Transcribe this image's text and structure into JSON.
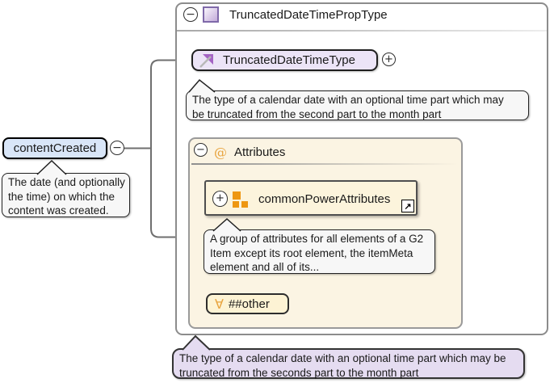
{
  "colors": {
    "element_fill": "#d9e6f8",
    "type_fill": "#ece4f7",
    "attributes_fill": "#fbf4e3",
    "group_fill": "#fcf4dc",
    "wildcard_fill": "#fdf3d4",
    "doc_fill": "#f7f7f7",
    "bottom_doc_fill": "#e5dcf1",
    "orange_accent": "#e8a33d",
    "purple_accent": "#a464c4"
  },
  "element": {
    "label": "contentCreated",
    "collapse_glyph": "−",
    "doc_lines": [
      "The date (and optionally",
      "the time) on which the",
      "content was created."
    ]
  },
  "root": {
    "title": "TruncatedDateTimePropType",
    "collapse_glyph": "−"
  },
  "type": {
    "label": "TruncatedDateTimeType",
    "expand_glyph": "+",
    "doc_lines": [
      "The type of a calendar date with an optional time part which may",
      "be truncated from the second part to the month part"
    ]
  },
  "attributes": {
    "title": "Attributes",
    "at_glyph": "@",
    "collapse_glyph": "−",
    "group": {
      "label": "commonPowerAttributes",
      "expand_glyph": "+",
      "link_glyph": "↗",
      "doc_lines": [
        "A group of attributes for all elements of a G2",
        "Item except its root element, the itemMeta",
        "element and all of its..."
      ]
    },
    "wildcard": {
      "label": "##other",
      "forall_glyph": "∀"
    }
  },
  "bottom_doc_lines": [
    "The type of a calendar date with an optional time part which may be",
    "truncated from the seconds part to the month part"
  ]
}
